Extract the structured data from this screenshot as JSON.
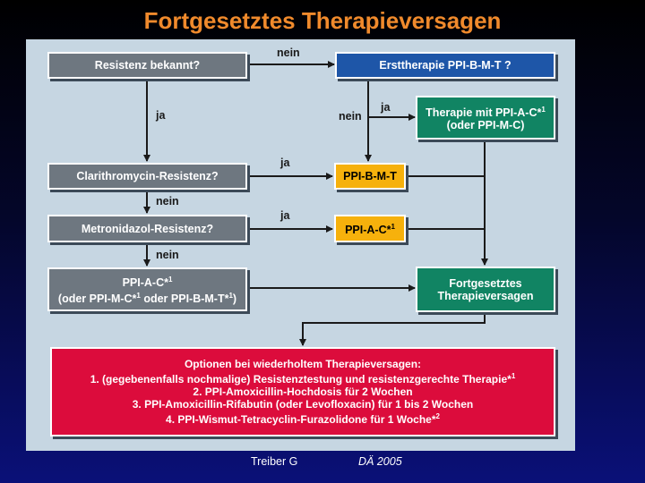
{
  "title": "Fortgesetztes Therapieversagen",
  "boxes": {
    "resistenz": "Resistenz bekannt?",
    "ersttherapie": "Ersttherapie PPI-B-M-T ?",
    "therapie_line1": "Therapie mit PPI-A-C*",
    "therapie_sup": "1",
    "therapie_line2": "(oder PPI-M-C)",
    "clarithro": "Clarithromycin-Resistenz?",
    "ppi_bmt": "PPI-B-M-T",
    "metro": "Metronidazol-Resistenz?",
    "ppi_ac": "PPI-A-C*",
    "ppi_ac_sup": "1",
    "combo_line1": "PPI-A-C*",
    "combo_line1_sup": "1",
    "combo_line2a": "(oder PPI-M-C*",
    "combo_line2a_sup": "1",
    "combo_line2b": " oder PPI-B-M-T*",
    "combo_line2b_sup": "1",
    "combo_line2c": ")",
    "fortgesetzt_line1": "Fortgesetztes",
    "fortgesetzt_line2": "Therapieversagen"
  },
  "options": {
    "heading": "Optionen bei wiederholtem Therapieversagen:",
    "item1": "1. (gegebenenfalls nochmalige) Resistenztestung und resistenzgerechte Therapie*",
    "item1_sup": "1",
    "item2": "2. PPI-Amoxicillin-Hochdosis für 2 Wochen",
    "item3": "3. PPI-Amoxicillin-Rifabutin (oder Levofloxacin) für 1 bis 2 Wochen",
    "item4": "4. PPI-Wismut-Tetracyclin-Furazolidone für 1 Woche*",
    "item4_sup": "2"
  },
  "labels": {
    "nein_top": "nein",
    "ja_left": "ja",
    "ja_mid": "ja",
    "nein_mid": "nein",
    "ja_clarithro": "ja",
    "nein_clarithro": "nein",
    "ja_metro": "ja",
    "nein_metro": "nein"
  },
  "footer": {
    "author": "Treiber G",
    "source": "DÄ 2005"
  },
  "colors": {
    "gray_box": "#6e7780",
    "blue_box": "#1e56a8",
    "green_box": "#118463",
    "yellow_box": "#f6b10c",
    "red_box": "#dc0c3c",
    "title": "#f08a2c",
    "panel": "#c6d6e2"
  }
}
